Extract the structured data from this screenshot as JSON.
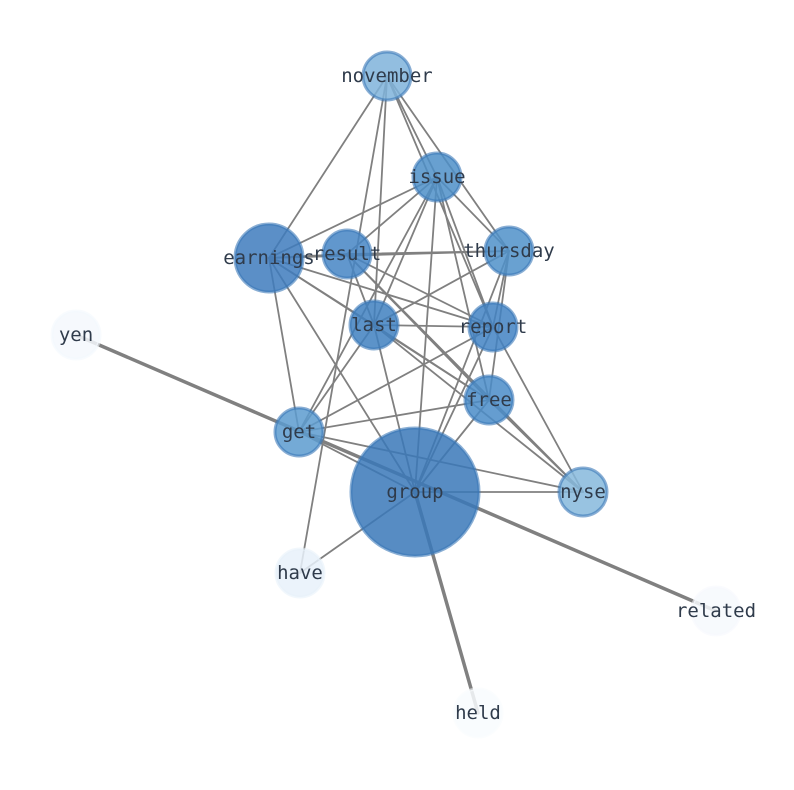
{
  "nodes": [
    {
      "id": "november",
      "label": "november",
      "color": "#7fb3da",
      "weight": 0.45
    },
    {
      "id": "issue",
      "label": "issue",
      "color": "#4e8fc8",
      "weight": 0.55
    },
    {
      "id": "earnings",
      "label": "earnings",
      "color": "#3e7bbd",
      "weight": 0.8
    },
    {
      "id": "result",
      "label": "result",
      "color": "#4585c4",
      "weight": 0.55
    },
    {
      "id": "thursday",
      "label": "thursday",
      "color": "#4f90c9",
      "weight": 0.55
    },
    {
      "id": "last",
      "label": "last",
      "color": "#3f80c0",
      "weight": 0.6
    },
    {
      "id": "report",
      "label": "report",
      "color": "#4283c3",
      "weight": 0.6
    },
    {
      "id": "yen",
      "label": "yen",
      "color": "#f4f8fd",
      "weight": 0.1
    },
    {
      "id": "free",
      "label": "free",
      "color": "#4a8cc8",
      "weight": 0.55
    },
    {
      "id": "get",
      "label": "get",
      "color": "#5c9bcf",
      "weight": 0.55
    },
    {
      "id": "group",
      "label": "group",
      "color": "#3a78b8",
      "weight": 1.0
    },
    {
      "id": "nyse",
      "label": "nyse",
      "color": "#86b9dc",
      "weight": 0.45
    },
    {
      "id": "have",
      "label": "have",
      "color": "#e8f1fa",
      "weight": 0.2
    },
    {
      "id": "related",
      "label": "related",
      "color": "#f6f9fd",
      "weight": 0.1
    },
    {
      "id": "held",
      "label": "held",
      "color": "#f8fbfe",
      "weight": 0.1
    }
  ],
  "edges": [
    [
      "november",
      "issue"
    ],
    [
      "november",
      "earnings"
    ],
    [
      "november",
      "last"
    ],
    [
      "november",
      "thursday"
    ],
    [
      "november",
      "report"
    ],
    [
      "november",
      "have"
    ],
    [
      "issue",
      "earnings"
    ],
    [
      "issue",
      "result"
    ],
    [
      "issue",
      "thursday"
    ],
    [
      "issue",
      "last"
    ],
    [
      "issue",
      "report"
    ],
    [
      "issue",
      "free"
    ],
    [
      "issue",
      "get"
    ],
    [
      "issue",
      "group"
    ],
    [
      "earnings",
      "result"
    ],
    [
      "earnings",
      "thursday"
    ],
    [
      "earnings",
      "last"
    ],
    [
      "earnings",
      "report"
    ],
    [
      "earnings",
      "free"
    ],
    [
      "earnings",
      "get"
    ],
    [
      "earnings",
      "group"
    ],
    [
      "result",
      "thursday"
    ],
    [
      "result",
      "report"
    ],
    [
      "result",
      "free"
    ],
    [
      "result",
      "nyse"
    ],
    [
      "result",
      "last"
    ],
    [
      "thursday",
      "last"
    ],
    [
      "thursday",
      "report"
    ],
    [
      "thursday",
      "free"
    ],
    [
      "thursday",
      "group"
    ],
    [
      "last",
      "report"
    ],
    [
      "last",
      "free"
    ],
    [
      "last",
      "get"
    ],
    [
      "last",
      "group"
    ],
    [
      "last",
      "nyse"
    ],
    [
      "report",
      "get"
    ],
    [
      "report",
      "group"
    ],
    [
      "report",
      "nyse"
    ],
    [
      "free",
      "get"
    ],
    [
      "free",
      "group"
    ],
    [
      "free",
      "nyse"
    ],
    [
      "get",
      "group"
    ],
    [
      "get",
      "nyse"
    ],
    [
      "group",
      "nyse"
    ],
    [
      "group",
      "have"
    ],
    [
      "yen",
      "related"
    ],
    [
      "group",
      "held"
    ]
  ],
  "heavy_edges": [
    [
      "yen",
      "related"
    ],
    [
      "group",
      "held"
    ]
  ]
}
